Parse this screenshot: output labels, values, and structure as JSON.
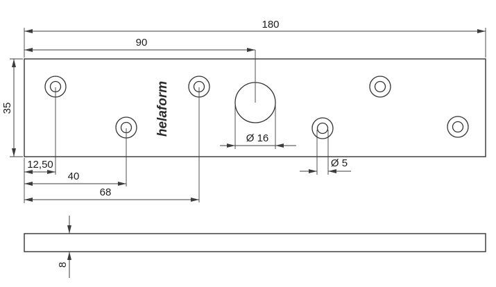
{
  "colors": {
    "line": "#3c3c3c",
    "outline": "#333333",
    "text": "#1c1c1c",
    "background": "#ffffff"
  },
  "brand": {
    "label": "helaform"
  },
  "dims": {
    "total_length": "180",
    "left_to_center_hole": "90",
    "plate_width": "35",
    "left_to_hole1": "12,50",
    "left_to_hole2": "40",
    "left_to_hole3": "68",
    "center_hole_diameter": "Ø 16",
    "small_hole_diameter": "Ø 5",
    "thickness": "8"
  }
}
